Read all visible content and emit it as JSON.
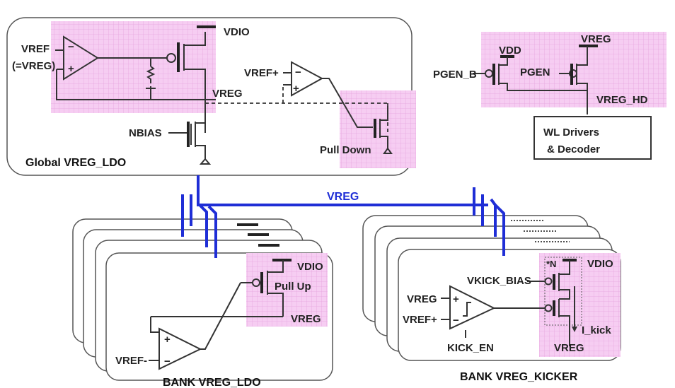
{
  "colors": {
    "bus": "#1f2ed6",
    "highlight": "#f3c6f0",
    "wire": "#333333"
  },
  "global_ldo": {
    "title": "Global VREG_LDO",
    "vdio": "VDIO",
    "vref": "VREF",
    "vref_eq": "(=VREG)",
    "vreg": "VREG",
    "nbias": "NBIAS",
    "vref_plus": "VREF+",
    "pull_down": "Pull Down",
    "minus": "−",
    "plus": "+"
  },
  "wl_section": {
    "pgen_b": "PGEN_B",
    "vdd": "VDD",
    "pgen": "PGEN",
    "vreg": "VREG",
    "vreg_hd": "VREG_HD",
    "wl_line1": "WL Drivers",
    "wl_line2": "& Decoder"
  },
  "bus": {
    "label": "VREG"
  },
  "bank_ldo": {
    "title": "BANK VREG_LDO",
    "vdio": "VDIO",
    "pull_up": "Pull Up",
    "vreg": "VREG",
    "vref_minus": "VREF-",
    "plus": "+",
    "minus": "−"
  },
  "bank_kicker": {
    "title": "BANK VREG_KICKER",
    "n_mult": "*N",
    "vdio": "VDIO",
    "vkick_bias": "VKICK_BIAS",
    "vreg_in": "VREG",
    "vref_plus": "VREF+",
    "kick_en": "KICK_EN",
    "i_kick": "I_kick",
    "vreg_out": "VREG",
    "plus": "+",
    "minus": "−"
  }
}
